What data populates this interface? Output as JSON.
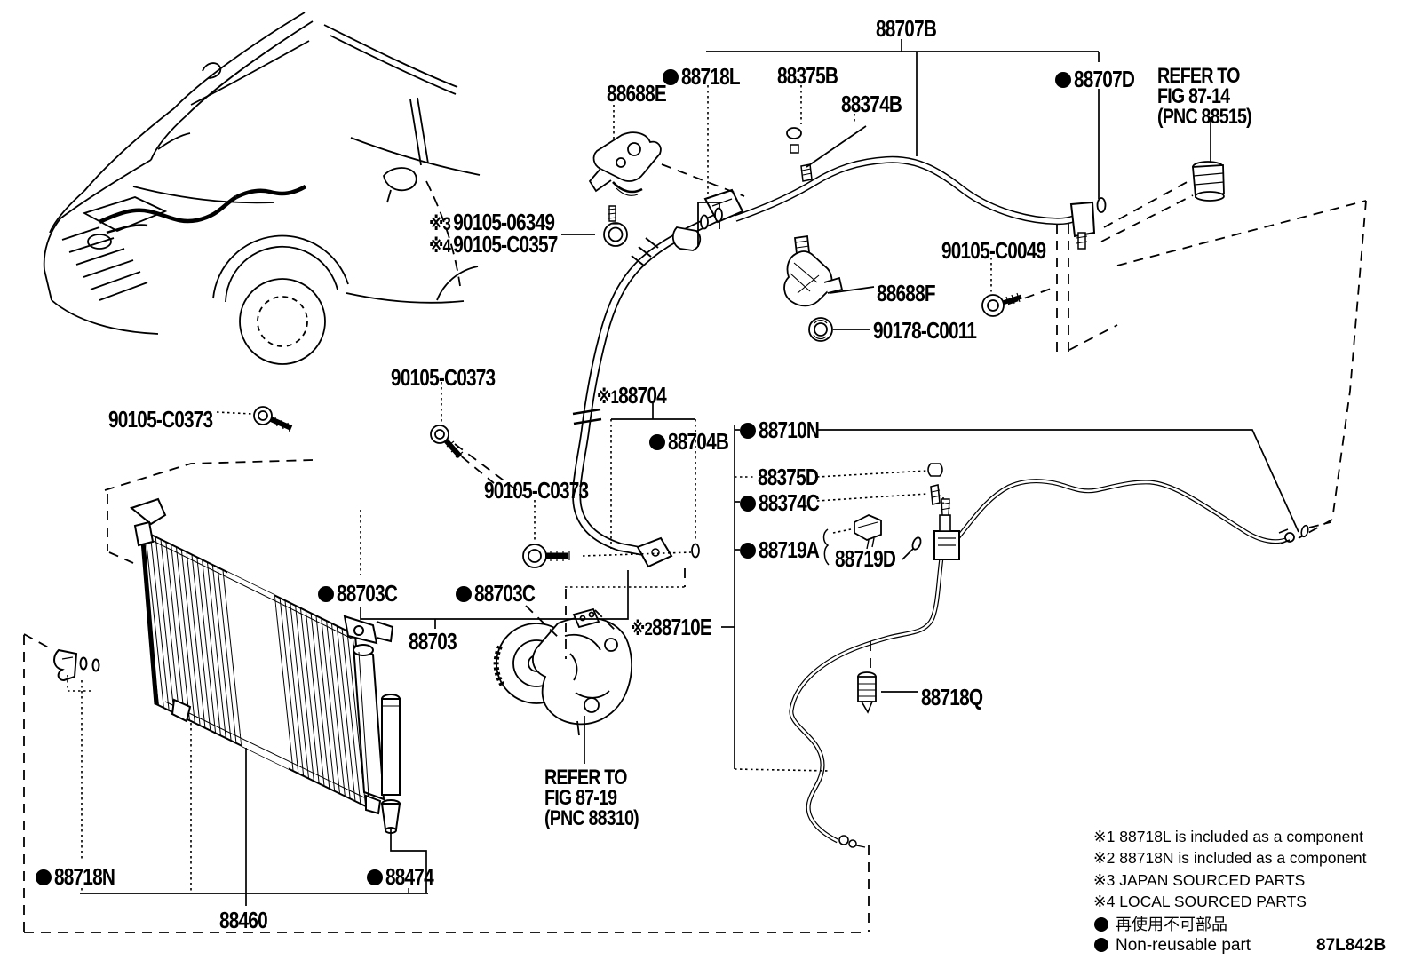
{
  "parts": {
    "p88707B": "88707B",
    "p88718L": "88718L",
    "p88375B": "88375B",
    "p88688E": "88688E",
    "p88374B": "88374B",
    "p88707D": "88707D",
    "refer_87_14": {
      "l1": "REFER TO",
      "l2": "FIG 87-14",
      "l3": "(PNC 88515)"
    },
    "p90105_06349": {
      "prefix": "※3",
      "num": "90105-06349"
    },
    "p90105_C0357": {
      "prefix": "※4",
      "num": "90105-C0357"
    },
    "p90105_C0049": "90105-C0049",
    "p88688F": "88688F",
    "p90178_C0011": "90178-C0011",
    "p90105_C0373": "90105-C0373",
    "p88704": {
      "prefix": "※1",
      "num": "88704"
    },
    "p88704B": "88704B",
    "p88710N": "88710N",
    "p88375D": "88375D",
    "p88374C": "88374C",
    "p88719A": "88719A",
    "p88719D": "88719D",
    "p88710E": {
      "prefix": "※2",
      "num": "88710E"
    },
    "p88718Q": "88718Q",
    "p88703C": "88703C",
    "p88703": "88703",
    "refer_87_19": {
      "l1": "REFER TO",
      "l2": "FIG 87-19",
      "l3": "(PNC 88310)"
    },
    "p88718N": "88718N",
    "p88474": "88474",
    "p88460": "88460"
  },
  "legend": {
    "note1": "※1 88718L is included as a component",
    "note2": "※2 88718N is included as a component",
    "note3": "※3 JAPAN SOURCED PARTS",
    "note4": "※4 LOCAL SOURCED PARTS",
    "non_reusable_jp": "再使用不可部品",
    "non_reusable_en": "Non-reusable part",
    "drawing_code": "87L842B"
  }
}
